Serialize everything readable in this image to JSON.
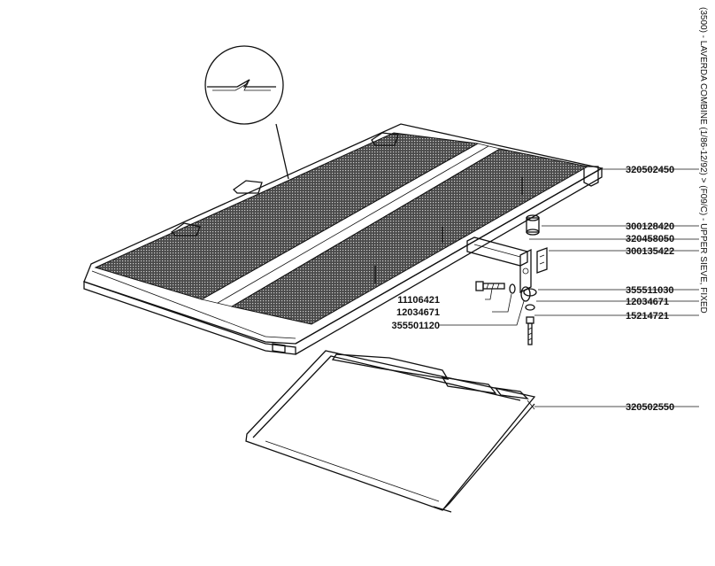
{
  "side_title": "(3500) - LAVERDA COMBINE (1/86-12/92) > (F09/C) - UPPER SIEVE, FIXED",
  "parts": {
    "p1": "320502450",
    "p2": "300128420",
    "p3": "320458050",
    "p4": "300135422",
    "p5": "355511030",
    "p6": "12034671",
    "p7": "15214721",
    "p8": "11106421",
    "p9": "12034671",
    "p10": "355501120",
    "p11": "320502550"
  }
}
